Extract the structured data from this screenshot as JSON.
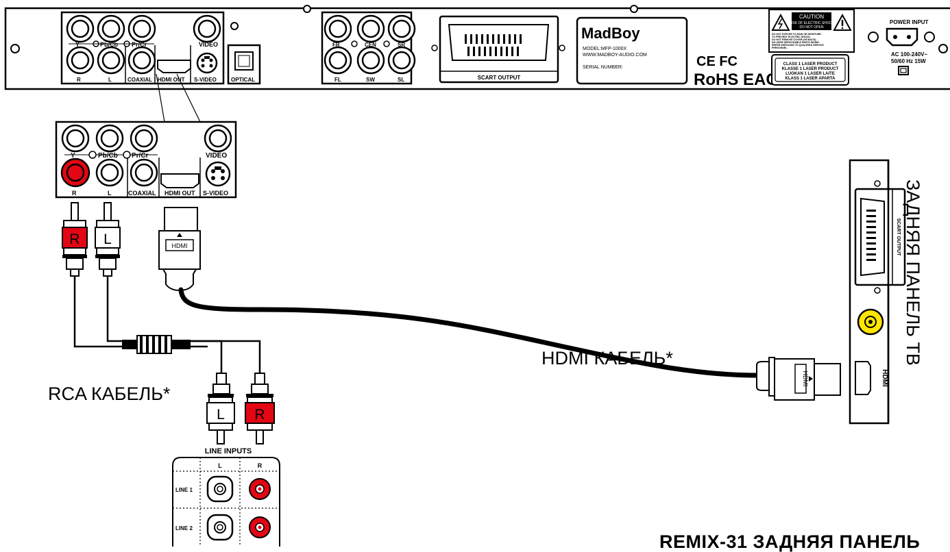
{
  "player_panel": {
    "component_labels": [
      "Y",
      "Pb/Cb",
      "Pr/Cr"
    ],
    "audio_labels": [
      "R",
      "L"
    ],
    "coaxial_label": "COAXIAL",
    "hdmi_out_label": "HDMI OUT",
    "video_label": "VIDEO",
    "svideo_label": "S-VIDEO",
    "optical_label": "OPTICAL",
    "surround_top": [
      "FR",
      "CEN",
      "SR"
    ],
    "surround_bottom": [
      "FL",
      "SW",
      "SL"
    ],
    "scart_output_label": "SCART OUTPUT",
    "brand": "MadBoy",
    "model_line": "MODEL:MFP-1000X",
    "website": "WWW.MADBOY-AUDIO.COM",
    "serial_label": "SERIAL NUMBER:",
    "cert_ce_fc": "CE FC",
    "cert_rohs_eac": "RoHS EAC",
    "caution_title": "CAUTION",
    "caution_sub1": "RISK OF ELECTRIC SHOCK",
    "caution_sub2": "DO NOT OPEN",
    "warning_lines": [
      "DO NOT EXPOSE TO RAIN OR MOISTURE.",
      "TO PREVENT ELECTRIC SHOCK,",
      "DO NOT REMOVE COVER (OR BACK).",
      "NO USER SERVICEABLE PARTS INSIDE.",
      "REFER SERVICING TO QUALIFIED SERVICE",
      "PERSONNEL."
    ],
    "laser_lines": [
      "CLASS 1 LASER PRODUCT",
      "KLASSE 1 LASER PRODUCT",
      "LUOKAN 1 LASER LAITE",
      "KLASS 1 LASER APARTA"
    ],
    "power_input_label": "POWER INPUT",
    "power_spec_line1": "AC 100-240V~",
    "power_spec_line2": "50/60 Hz 15W"
  },
  "plugs": {
    "right": "R",
    "left": "L",
    "hdmi": "HDMI"
  },
  "line_inputs": {
    "title": "LINE INPUTS",
    "columns": [
      "L",
      "R"
    ],
    "rows": [
      "LINE 1",
      "LINE 2"
    ]
  },
  "tv_panel": {
    "scart_label": "SCART OUTPUT",
    "hdmi_label": "HDMI",
    "caption": "ЗАДНЯЯ ПАНЕЛЬ ТВ"
  },
  "captions": {
    "rca_cable": "RCA КАБЕЛЬ*",
    "hdmi_cable": "HDMI КАБЕЛЬ*",
    "bottom_title": "REMIX-31 ЗАДНЯЯ ПАНЕЛЬ"
  },
  "colors": {
    "accent_red": "#e30613",
    "connector_yellow": "#ffe600",
    "line": "#000000"
  }
}
